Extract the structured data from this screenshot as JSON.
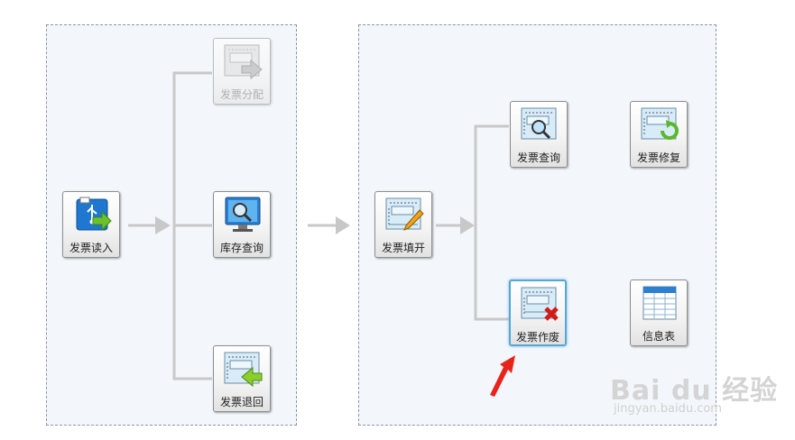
{
  "tiles": {
    "invoice_read": {
      "label": "发票读入"
    },
    "invoice_allocate": {
      "label": "发票分配"
    },
    "inventory_query": {
      "label": "库存查询"
    },
    "invoice_return": {
      "label": "发票退回"
    },
    "invoice_fill": {
      "label": "发票填开"
    },
    "invoice_query": {
      "label": "发票查询"
    },
    "invoice_repair": {
      "label": "发票修复"
    },
    "invoice_void": {
      "label": "发票作废"
    },
    "info_table": {
      "label": "信息表"
    }
  },
  "watermark": {
    "main": "Bai du 经验",
    "sub": "jingyan.baidu.com"
  },
  "colors": {
    "panel_bg": "#f3f7fb",
    "panel_border": "#8a97a8",
    "connector": "#c8c8c8",
    "selected_border": "#56a7d6",
    "pointer_arrow": "#e8231b"
  }
}
